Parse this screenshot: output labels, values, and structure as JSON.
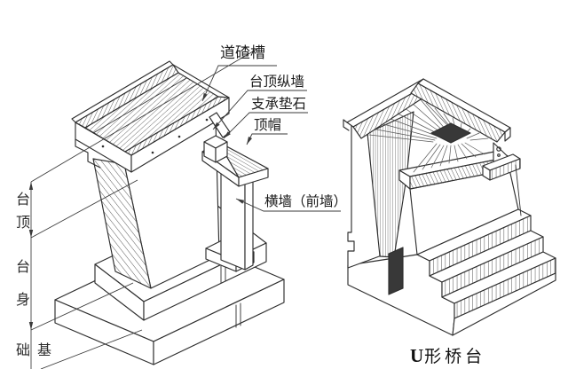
{
  "figure": {
    "colors": {
      "background": "#ffffff",
      "line": "#2e2e2e",
      "hatch": "#4d4d4d",
      "label_text": "#1b1b1b"
    },
    "left_drawing": {
      "parts": [
        {
          "name": "ballast-trough",
          "text": "道碴槽"
        },
        {
          "name": "top-longitudinal-wall",
          "text": "台顶纵墙"
        },
        {
          "name": "bearing-pad-stone",
          "text": "支承垫石"
        },
        {
          "name": "top-cap",
          "text": "顶帽"
        },
        {
          "name": "front-wall",
          "text": "横墙（前墙）"
        }
      ],
      "dimension_labels": [
        {
          "name": "abutment-top",
          "text": "台顶"
        },
        {
          "name": "abutment-body",
          "text": "台身"
        },
        {
          "name": "foundation",
          "text": "基础"
        }
      ]
    },
    "right_drawing": {
      "caption_latin": "U",
      "caption_cn": "形桥台"
    }
  }
}
